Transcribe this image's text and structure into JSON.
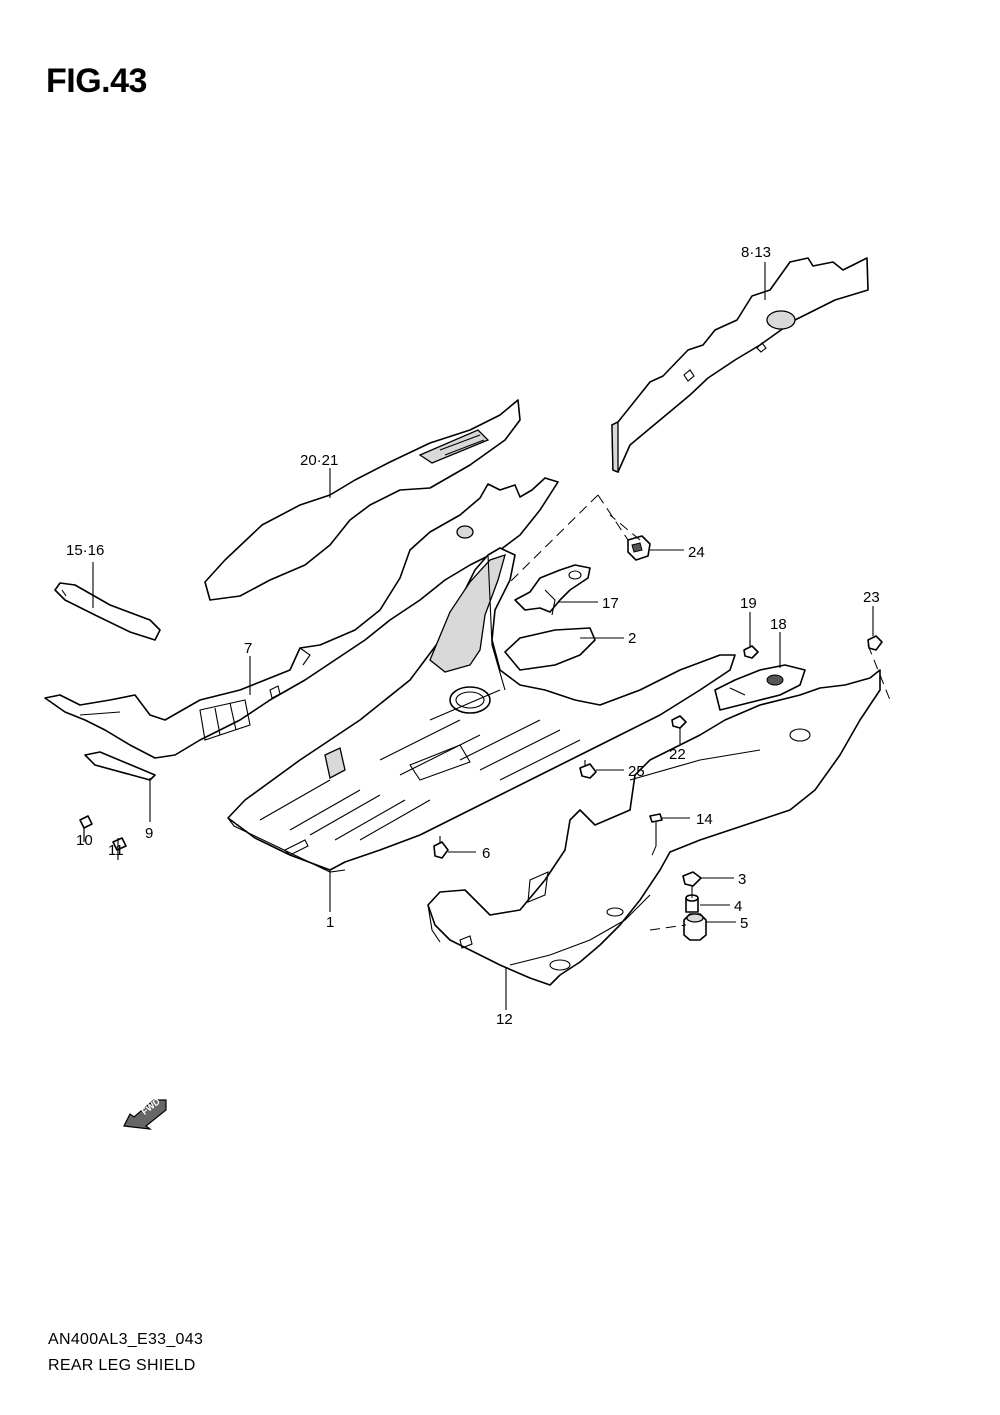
{
  "figure": {
    "title": "FIG.43",
    "code": "AN400AL3_E33_043",
    "name": "REAR LEG SHIELD",
    "fwd_label": "FWD"
  },
  "callouts": {
    "c8_13": "8·13",
    "c20_21": "20·21",
    "c15_16": "15·16",
    "c7": "7",
    "c24": "24",
    "c17": "17",
    "c2": "2",
    "c19": "19",
    "c18": "18",
    "c23": "23",
    "c22": "22",
    "c25": "25",
    "c14": "14",
    "c10": "10",
    "c11": "11",
    "c9": "9",
    "c6": "6",
    "c3": "3",
    "c4": "4",
    "c5": "5",
    "c1": "1",
    "c12": "12"
  }
}
